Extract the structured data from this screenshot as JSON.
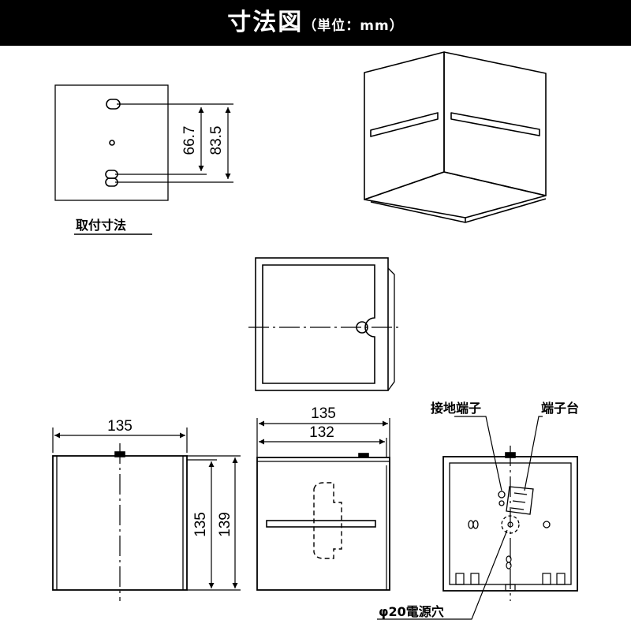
{
  "header": {
    "title": "寸法図",
    "unit": "（単位：mm）"
  },
  "mounting": {
    "label": "取付寸法",
    "dim_inner": "66.7",
    "dim_outer": "83.5"
  },
  "front_view": {
    "width": "135",
    "height_inner": "135",
    "height_outer": "139"
  },
  "side_view": {
    "width_outer": "135",
    "width_inner": "132"
  },
  "back_view": {
    "ground_terminal": "接地端子",
    "terminal_block": "端子台",
    "power_hole": "φ20電源穴"
  }
}
